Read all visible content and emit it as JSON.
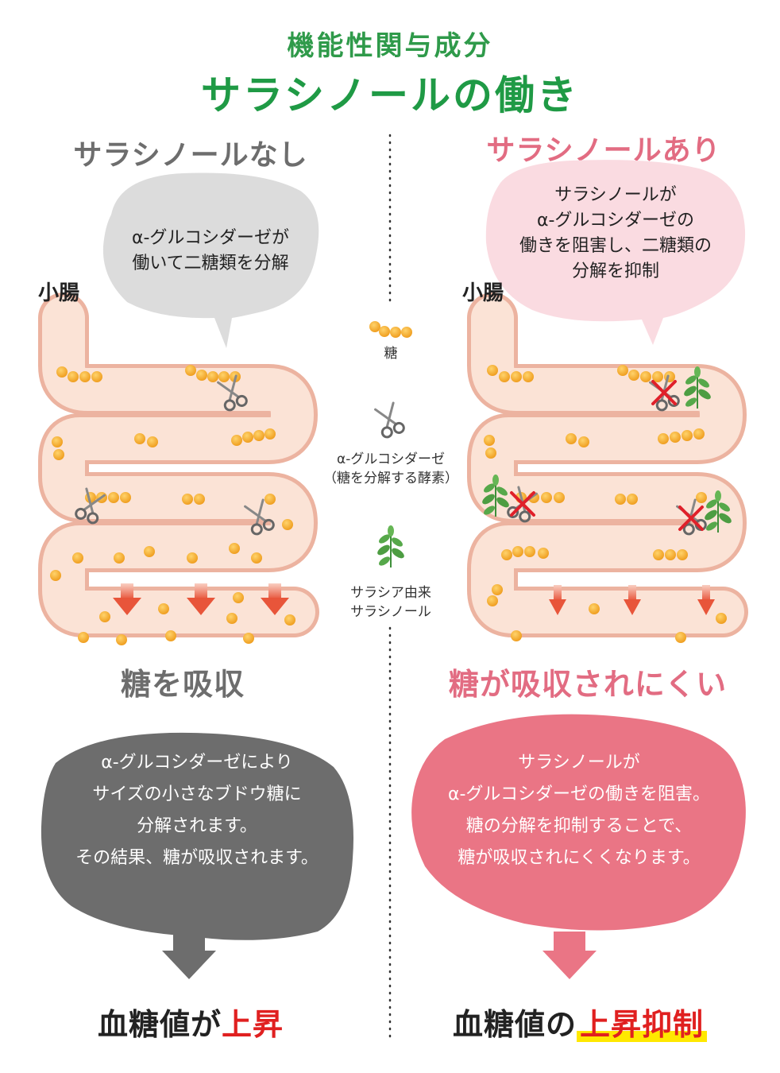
{
  "header": {
    "subtitle": "機能性関与成分",
    "title": "サラシノールの働き"
  },
  "left": {
    "title": "サラシノールなし",
    "bubble_lines": [
      "α-グルコシダーゼが",
      "働いて二糖類を分解"
    ],
    "intestine_label": "小腸",
    "result": "糖を吸収",
    "explanation_lines": [
      "α-グルコシダーゼにより",
      "サイズの小さなブドウ糖に",
      "分解されます。",
      "その結果、糖が吸収されます。"
    ],
    "final_prefix": "血糖値が",
    "final_highlight": "上昇"
  },
  "right": {
    "title": "サラシノールあり",
    "bubble_lines": [
      "サラシノールが",
      "α-グルコシダーゼの",
      "働きを阻害し、二糖類の",
      "分解を抑制"
    ],
    "intestine_label": "小腸",
    "result": "糖が吸収されにくい",
    "explanation_lines": [
      "サラシノールが",
      "α-グルコシダーゼの働きを阻害。",
      "糖の分解を抑制することで、",
      "糖が吸収されにくくなります。"
    ],
    "final_prefix": "血糖値の",
    "final_highlight": "上昇抑制"
  },
  "legend": {
    "sugar_label": "糖",
    "enzyme_label_1": "α-グルコシダーゼ",
    "enzyme_label_2": "（糖を分解する酵素）",
    "salacinol_label_1": "サラシア由来",
    "salacinol_label_2": "サラシノール"
  },
  "colors": {
    "green": "#1f9a45",
    "gray_title": "#6d6d6d",
    "pink_title": "#e26c82",
    "gray_blob": "#6d6d6d",
    "pink_blob": "#ea7585",
    "intestine_fill": "#fbe3d6",
    "intestine_stroke": "#ecb3a0",
    "sugar": "#f5a623",
    "arrow_red": "#e8553a",
    "highlight": "#ffe800",
    "final_red": "#e02020"
  },
  "icons": [
    "sugar-ball-icon",
    "scissors-icon",
    "leaf-icon",
    "cross-mark-icon",
    "down-arrow-icon"
  ]
}
